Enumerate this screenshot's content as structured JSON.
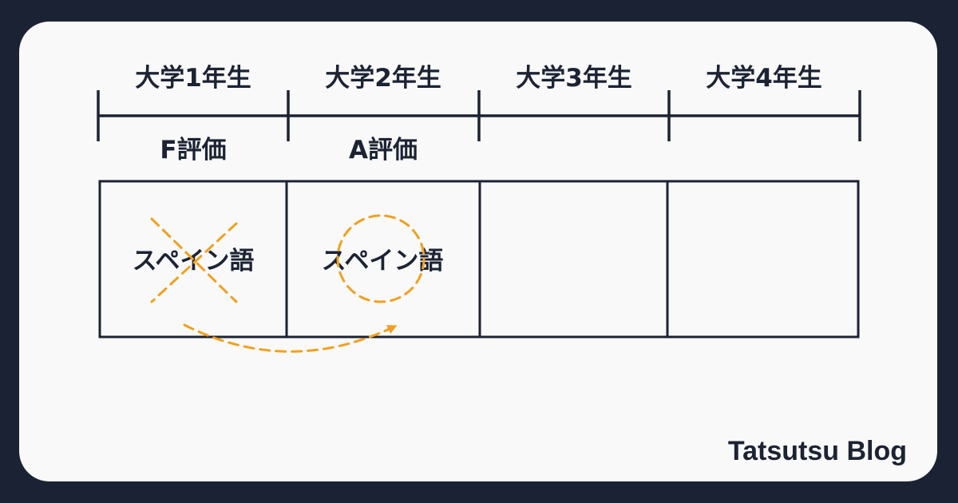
{
  "years": [
    "大学1年生",
    "大学2年生",
    "大学3年生",
    "大学4年生"
  ],
  "grades": [
    "F評価",
    "A評価",
    "",
    ""
  ],
  "cells": [
    "スペイン語",
    "スペイン語",
    "",
    ""
  ],
  "brand": "Tatsutsu Blog",
  "colors": {
    "background": "#1b2233",
    "card": "#f9f9f9",
    "ink": "#1c2333",
    "accent": "#f0a020"
  },
  "icons": {
    "failed_marker": "x-mark-icon",
    "passed_marker": "circle-icon",
    "retake_arrow": "curved-arrow-icon"
  }
}
